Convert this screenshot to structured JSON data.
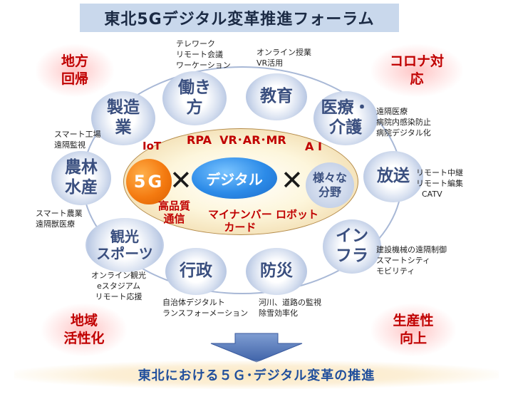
{
  "title": "東北5Gデジタル変革推進フォーラム",
  "goals": {
    "top_left": [
      "地方",
      "回帰"
    ],
    "top_right": [
      "コロナ対",
      "応"
    ],
    "bottom_left": [
      "地域",
      "活性化"
    ],
    "bottom_right": [
      "生産性",
      "向上"
    ]
  },
  "center": {
    "five_g": "5G",
    "times_1": "✕",
    "digital": "デジタル",
    "times_2": "✕",
    "various": [
      "様々な",
      "分野"
    ],
    "iot": "IoT",
    "rpa_vr": "RPA  VR･AR･MR",
    "ai": "A I",
    "high_quality": [
      "高品質",
      "通信"
    ],
    "mynumber": [
      "マイナンバー",
      "カード"
    ],
    "robot": "ロボット"
  },
  "fields": {
    "work": [
      "働き",
      "方"
    ],
    "education": "教育",
    "medical": [
      "医療・",
      "介護"
    ],
    "broadcast": "放送",
    "infra": [
      "イン",
      "フラ"
    ],
    "disaster": "防災",
    "admin": "行政",
    "tourism": [
      "観光",
      "スポーツ"
    ],
    "agri": [
      "農林",
      "水産"
    ],
    "manufacturing": [
      "製造",
      "業"
    ]
  },
  "notes": {
    "work": [
      "テレワーク",
      "リモート会議",
      "ワーケーション"
    ],
    "education": [
      "オンライン授業",
      "VR活用"
    ],
    "medical": [
      "遠隔医療",
      "病院内感染防止",
      "病院デジタル化"
    ],
    "broadcast": [
      "リモート中継",
      "リモート編集",
      "CATV"
    ],
    "infra": [
      "建設機械の遠隔制御",
      "スマートシティ",
      "モビリティ"
    ],
    "disaster": [
      "河川、道路の監視",
      "除雪効率化"
    ],
    "admin": [
      "自治体デジタルト",
      "ランスフォーメーション"
    ],
    "tourism": [
      "オンライン観光",
      "eスタジアム",
      "リモート応援"
    ],
    "agri": [
      "スマート農業",
      "遠隔獣医療"
    ],
    "manufacturing": [
      "スマート工場",
      "遠隔監視"
    ]
  },
  "bottom_text": "東北における５Ｇ･デジタル変革の推進",
  "colors": {
    "title_bg": "#c9d8ec",
    "accent_red": "#c00000",
    "field_text": "#3a4f7f",
    "orange": "#f47a10",
    "blue": "#2c8be8",
    "arrow": "#5276b8",
    "bottom_text": "#1f4e9c"
  }
}
